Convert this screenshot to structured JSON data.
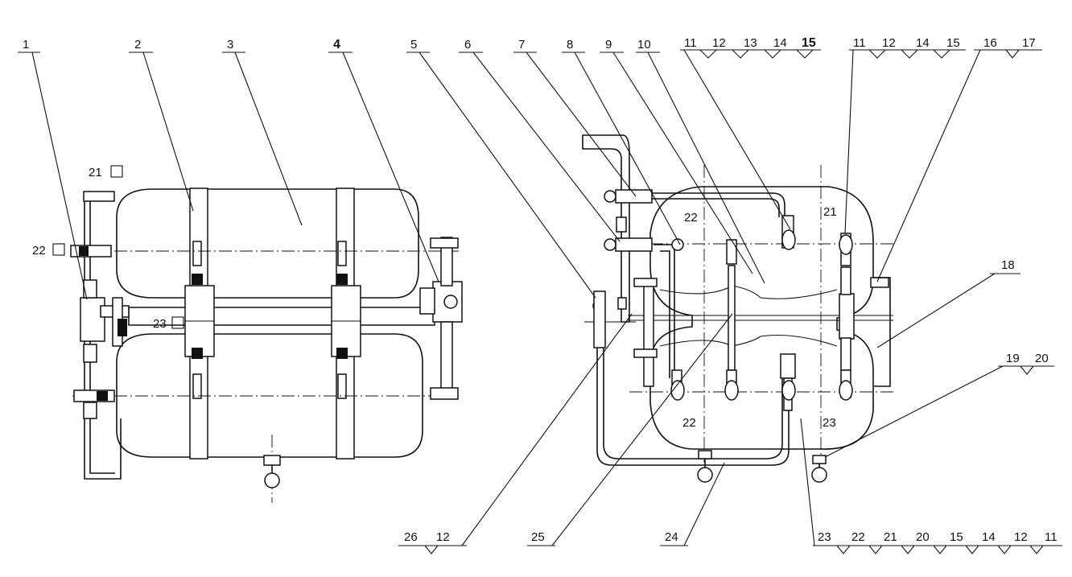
{
  "callouts_top": [
    "1",
    "2",
    "3",
    "4",
    "5",
    "6",
    "7",
    "8",
    "9",
    "10"
  ],
  "callout_group_a": [
    "11",
    "12",
    "13",
    "14",
    "15"
  ],
  "callout_group_b": [
    "11",
    "12",
    "14",
    "15"
  ],
  "callouts_right": [
    "16",
    "17"
  ],
  "callout_18": "18",
  "callout_group_c": [
    "19",
    "20"
  ],
  "callouts_bottom": [
    "25",
    "24"
  ],
  "callout_group_d": [
    "26",
    "12"
  ],
  "callout_group_e": [
    "23",
    "22",
    "21",
    "20",
    "15",
    "14",
    "12",
    "11"
  ],
  "left_view_labels": [
    "21",
    "22",
    "23"
  ],
  "right_view_labels": [
    "22",
    "21",
    "22",
    "23"
  ]
}
